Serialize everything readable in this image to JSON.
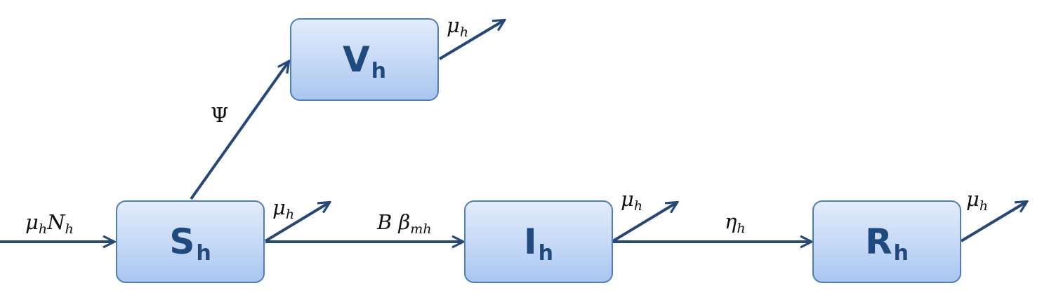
{
  "nodes": {
    "S": {
      "main": "S",
      "sub": "h"
    },
    "V": {
      "main": "V",
      "sub": "h"
    },
    "I": {
      "main": "I",
      "sub": "h"
    },
    "R": {
      "main": "R",
      "sub": "h"
    }
  },
  "labels": {
    "recruitment": {
      "a": "μ",
      "a_sub": "h",
      "b": "N",
      "b_sub": "h"
    },
    "vaccination": {
      "sym": "Ψ"
    },
    "infection": {
      "a": "B",
      "b": "β",
      "b_sub": "mh"
    },
    "recovery": {
      "sym": "η",
      "sub": "h"
    },
    "death_V": {
      "sym": "μ",
      "sub": "h"
    },
    "death_S": {
      "sym": "μ",
      "sub": "h"
    },
    "death_I": {
      "sym": "μ",
      "sub": "h"
    },
    "death_R": {
      "sym": "μ",
      "sub": "h"
    }
  },
  "colors": {
    "arrow": "#25477a",
    "box_border": "#4f7db8",
    "box_text": "#1f4a7e"
  }
}
